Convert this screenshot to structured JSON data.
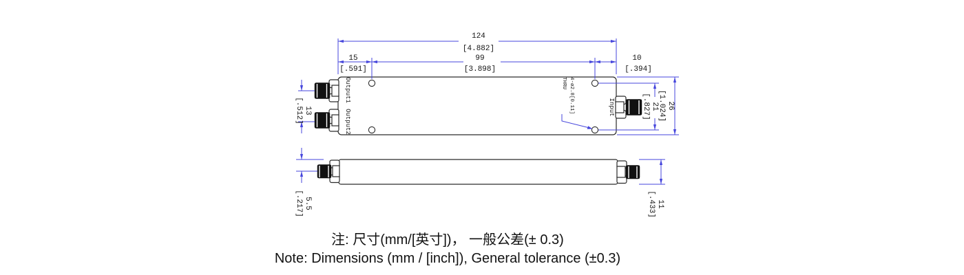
{
  "drawing": {
    "connector_labels": {
      "output1": "Output1",
      "output2": "Output2",
      "input": "Input"
    },
    "hole_callout": {
      "quantity_diameter": "4-ø2.8[0.11]",
      "thru": "THRU"
    },
    "dims": {
      "overall_length": {
        "mm": "124",
        "in": "[4.882]"
      },
      "hole_spacing": {
        "mm": "99",
        "in": "[3.898]"
      },
      "left_hole_offset": {
        "mm": "15",
        "in": "[.591]"
      },
      "right_hole_offset": {
        "mm": "10",
        "in": "[.394]"
      },
      "body_width": {
        "mm": "26",
        "in": "[1.024]"
      },
      "hole_row_spacing": {
        "mm": "21",
        "in": "[.827]"
      },
      "output_port_spacing": {
        "mm": "13",
        "in": "[.512]"
      },
      "port_center_height": {
        "mm": "5.5",
        "in": "[.217]"
      },
      "body_thickness": {
        "mm": "11",
        "in": "[.433]"
      }
    },
    "colors": {
      "dimension": "#4646dc",
      "outline": "#2a2a2a",
      "connector_fill": "#111111"
    }
  },
  "notes": {
    "line1_zh": "注: 尺寸(mm/[英寸])， 一般公差(± 0.3)",
    "line2_en": "Note: Dimensions (mm / [inch]), General tolerance (±0.3)"
  }
}
